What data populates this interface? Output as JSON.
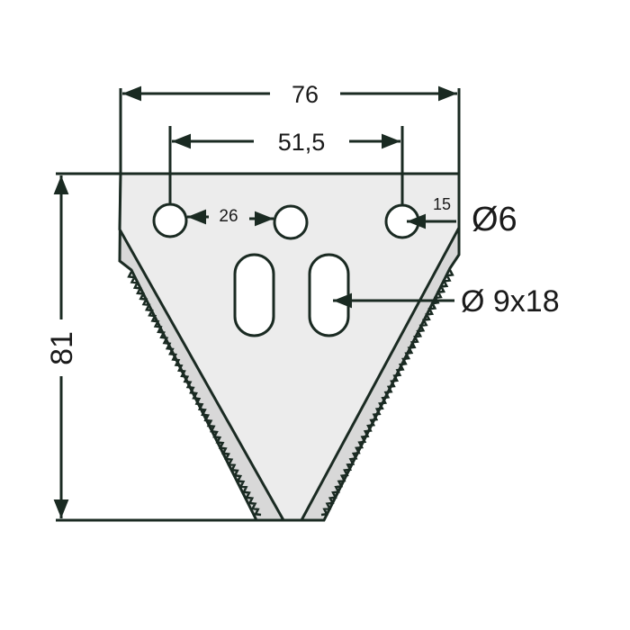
{
  "diagram": {
    "title": "Knife section dimensions",
    "dimensions": {
      "overall_width": "76",
      "hole_spacing": "51,5",
      "height": "81",
      "center_hole_offset": "26",
      "edge_offset": "15",
      "hole_diameter": "Ø6",
      "slot_size": "Ø 9x18"
    },
    "colors": {
      "blade_fill": "#ececec",
      "edge_fill": "#d8d8d8",
      "line": "#1a2a22"
    }
  }
}
